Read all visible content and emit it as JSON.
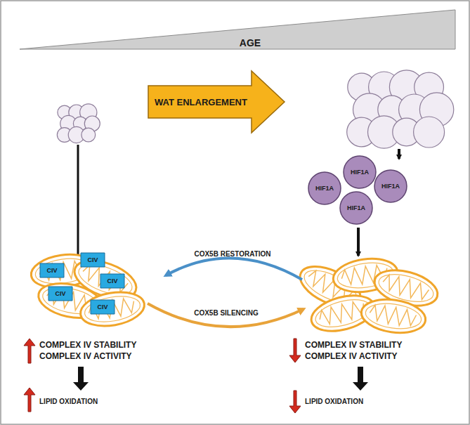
{
  "diagram": {
    "nodes": [
      {
        "text": [
          "AGE"
        ]
      },
      {
        "text": [
          "WAT ENLARGEMENT"
        ]
      },
      {
        "text": [
          "HIF1A"
        ]
      },
      {
        "text": [
          "HIF1A"
        ]
      },
      {
        "text": [
          "HIF1A"
        ]
      },
      {
        "text": [
          "HIF1A"
        ]
      },
      {
        "text": [
          "CIV"
        ]
      },
      {
        "text": [
          "CIV"
        ]
      },
      {
        "text": [
          "CIV"
        ]
      },
      {
        "text": [
          "CIV"
        ]
      },
      {
        "text": [
          "CIV"
        ]
      }
    ],
    "labels": [
      "COX5B RESTORATION",
      "COX5B SILENCING",
      "COMPLEX IV STABILITY",
      "COMPLEX IV ACTIVITY",
      "LIPID OXIDATION",
      "COMPLEX IV STABILITY",
      "COMPLEX IV ACTIVITY",
      "LIPID OXIDATION"
    ]
  }
}
